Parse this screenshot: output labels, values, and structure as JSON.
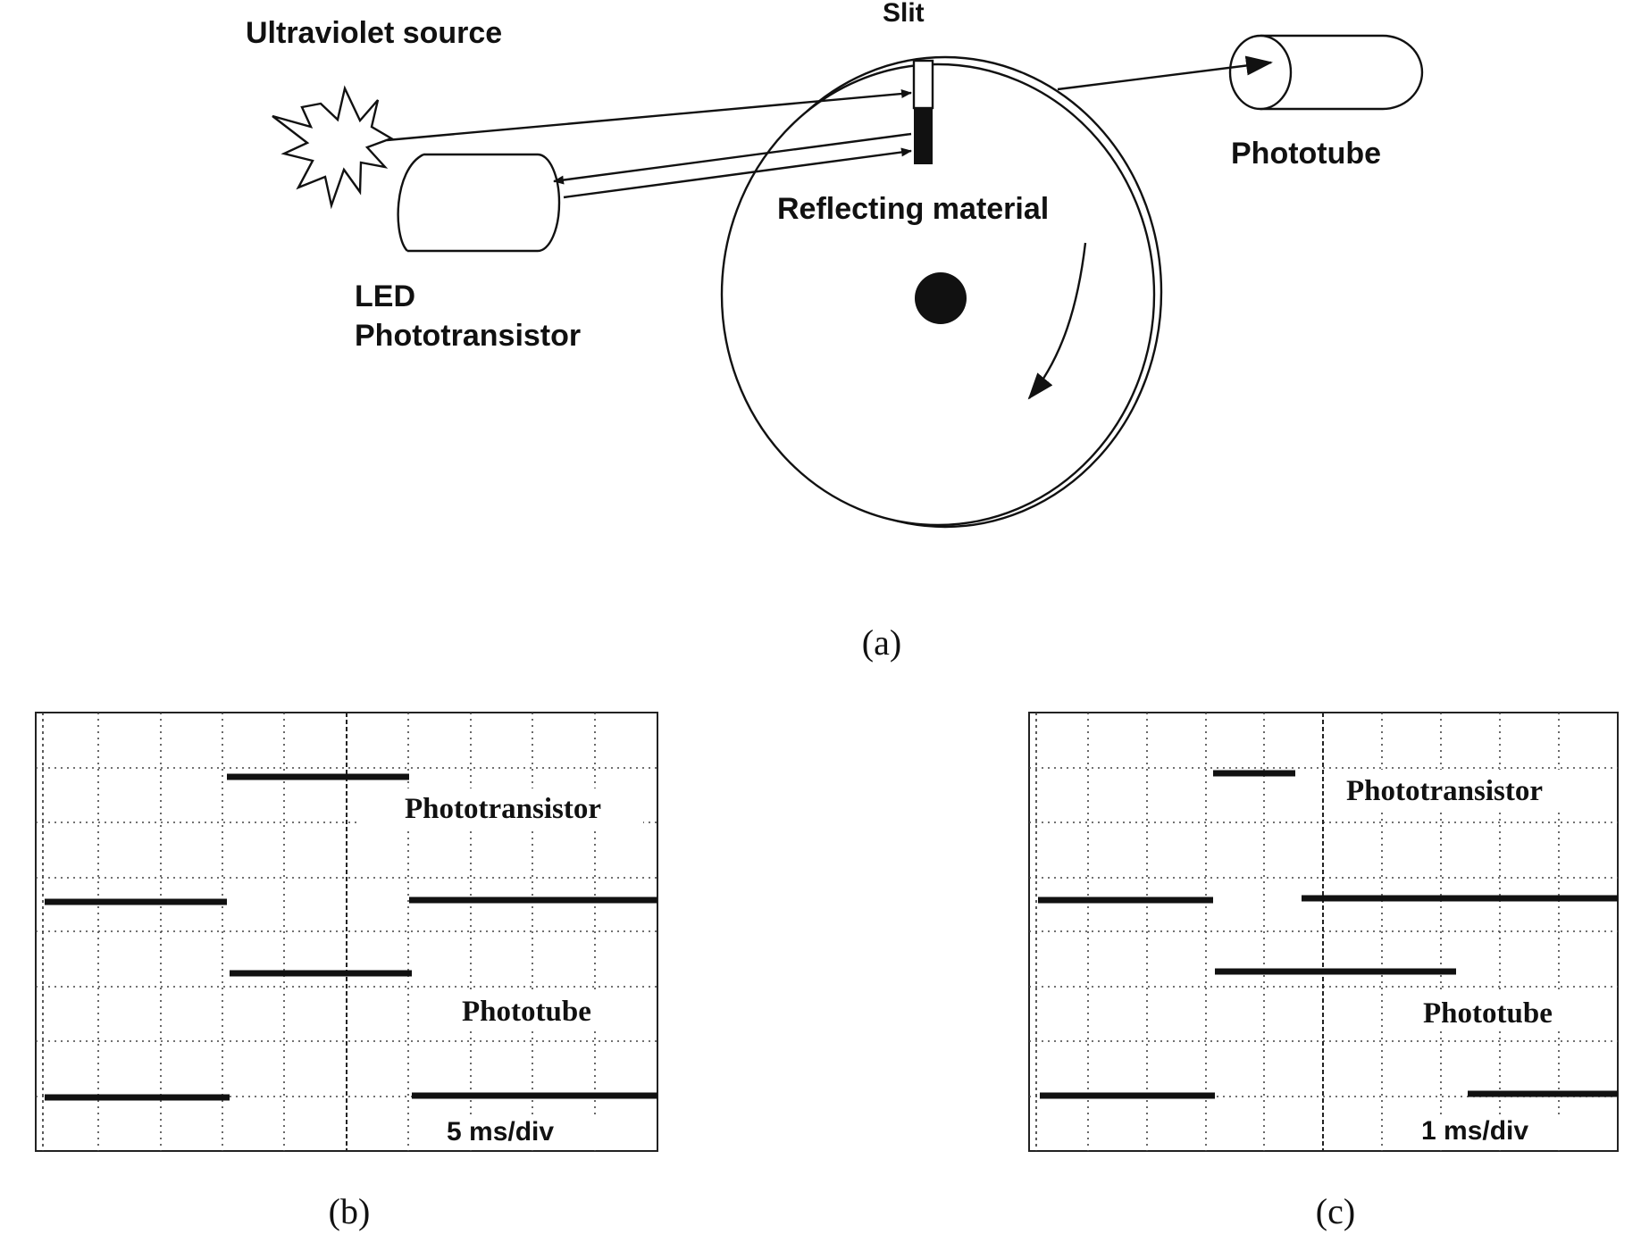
{
  "diagram": {
    "labels": {
      "uv_source": "Ultraviolet source",
      "slit": "Slit",
      "phototube": "Phototube",
      "reflecting_material": "Reflecting material",
      "led": "LED",
      "phototransistor": "Phototransistor"
    },
    "caption": "(a)"
  },
  "scope_b": {
    "label_top": "Phototransistor",
    "label_bottom": "Phototube",
    "timebase": "5 ms/div",
    "caption": "(b)"
  },
  "scope_c": {
    "label_top": "Phototransistor",
    "label_bottom": "Phototube",
    "timebase": "1 ms/div",
    "caption": "(c)"
  }
}
